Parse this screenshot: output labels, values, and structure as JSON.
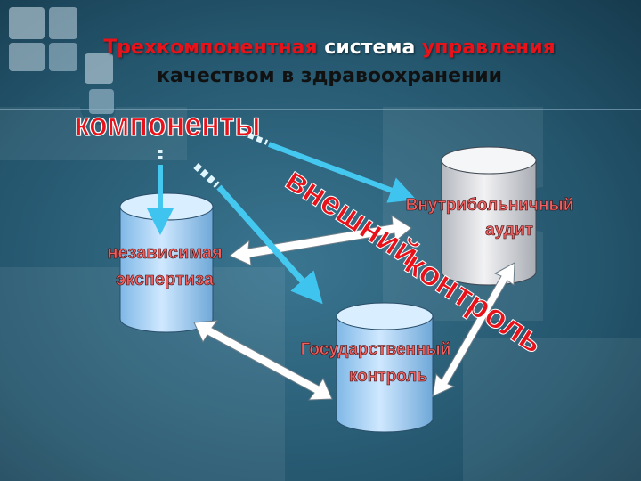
{
  "title": {
    "part1": "Трехкомпонентная",
    "part2": " система ",
    "part3": "управления",
    "line2": "качеством в здравоохранении"
  },
  "diagram": {
    "components_label": "компоненты",
    "external_label_line1": "внешний",
    "external_label_line2": "контроль",
    "nodes": {
      "independent": {
        "line1": "независимая",
        "line2": "экспертиза"
      },
      "internal": {
        "line1": "Внутрибольничный",
        "line2": "аудит"
      },
      "state": {
        "line1": "Государственный",
        "line2": "контроль"
      }
    }
  },
  "colors": {
    "accent_red": "#e8121a",
    "background": "#1f4d63",
    "cylinder_blue": "#a9d4f5",
    "cylinder_gray": "#dcdcdc",
    "arrow_cyan": "#40c8f0"
  }
}
